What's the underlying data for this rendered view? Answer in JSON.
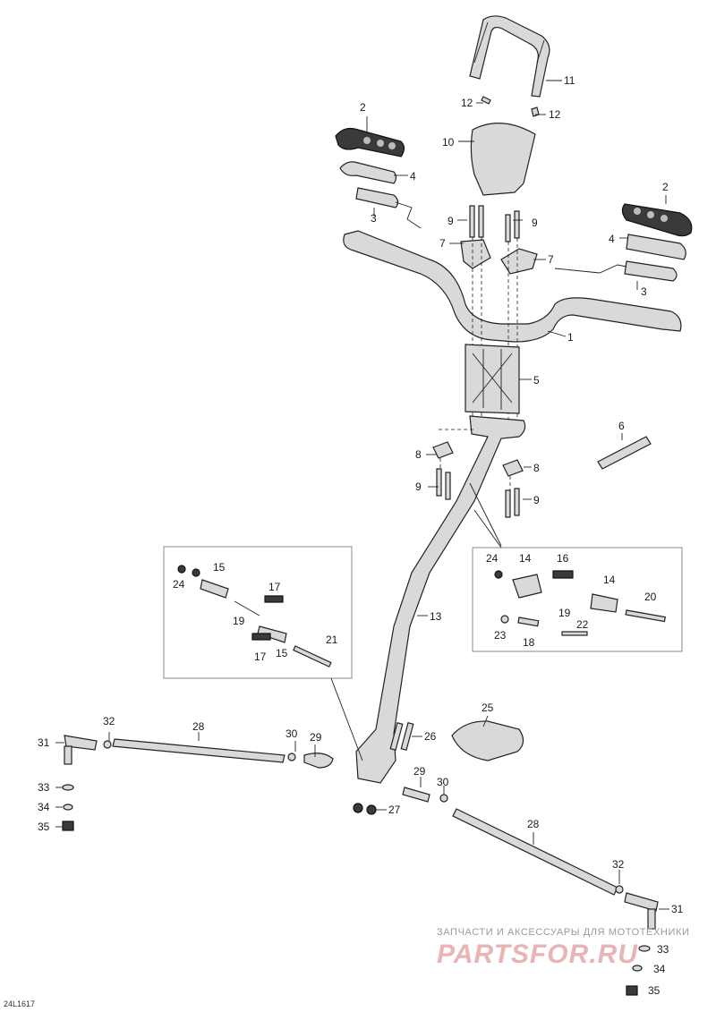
{
  "drawing_ref": "24L1617",
  "watermark": {
    "text": "ЗАПЧАСТИ И АКСЕССУАРЫ ДЛЯ МОТОТЕХНИКИ",
    "logo": "PARTSFOR.RU"
  },
  "callouts": {
    "c1": "1",
    "c2a": "2",
    "c2b": "2",
    "c3a": "3",
    "c3b": "3",
    "c4a": "4",
    "c4b": "4",
    "c5": "5",
    "c6": "6",
    "c7a": "7",
    "c7b": "7",
    "c8a": "8",
    "c8b": "8",
    "c9a": "9",
    "c9b": "9",
    "c9c": "9",
    "c9d": "9",
    "c10": "10",
    "c11": "11",
    "c12a": "12",
    "c12b": "12",
    "c13": "13",
    "c14a": "14",
    "c14b": "14",
    "c15a": "15",
    "c15b": "15",
    "c16": "16",
    "c17a": "17",
    "c17b": "17",
    "c18": "18",
    "c19a": "19",
    "c19b": "19",
    "c20": "20",
    "c21": "21",
    "c22": "22",
    "c23": "23",
    "c24a": "24",
    "c24b": "24",
    "c25": "25",
    "c26": "26",
    "c27": "27",
    "c28a": "28",
    "c28b": "28",
    "c29a": "29",
    "c29b": "29",
    "c30a": "30",
    "c30b": "30",
    "c31a": "31",
    "c31b": "31",
    "c32a": "32",
    "c32b": "32",
    "c33a": "33",
    "c33b": "33",
    "c34a": "34",
    "c34b": "34",
    "c35a": "35",
    "c35b": "35"
  }
}
